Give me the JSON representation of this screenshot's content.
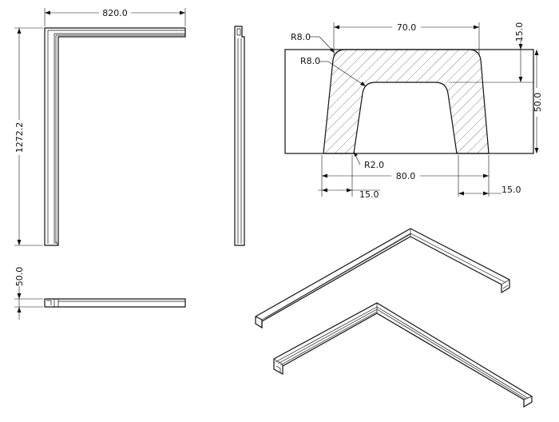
{
  "front_view": {
    "width_label": "820.0",
    "height_label": "1272.2"
  },
  "bottom_view": {
    "height_label": "50.0"
  },
  "section": {
    "top_width_label": "70.0",
    "bottom_width_label": "80.0",
    "depth_label": "15.0",
    "height_label": "50.0",
    "left_wall_label": "15.0",
    "right_wall_label": "15.0",
    "outer_radius_label": "R8.0",
    "inner_radius_label": "R8.0",
    "foot_radius_label": "R2.0"
  }
}
